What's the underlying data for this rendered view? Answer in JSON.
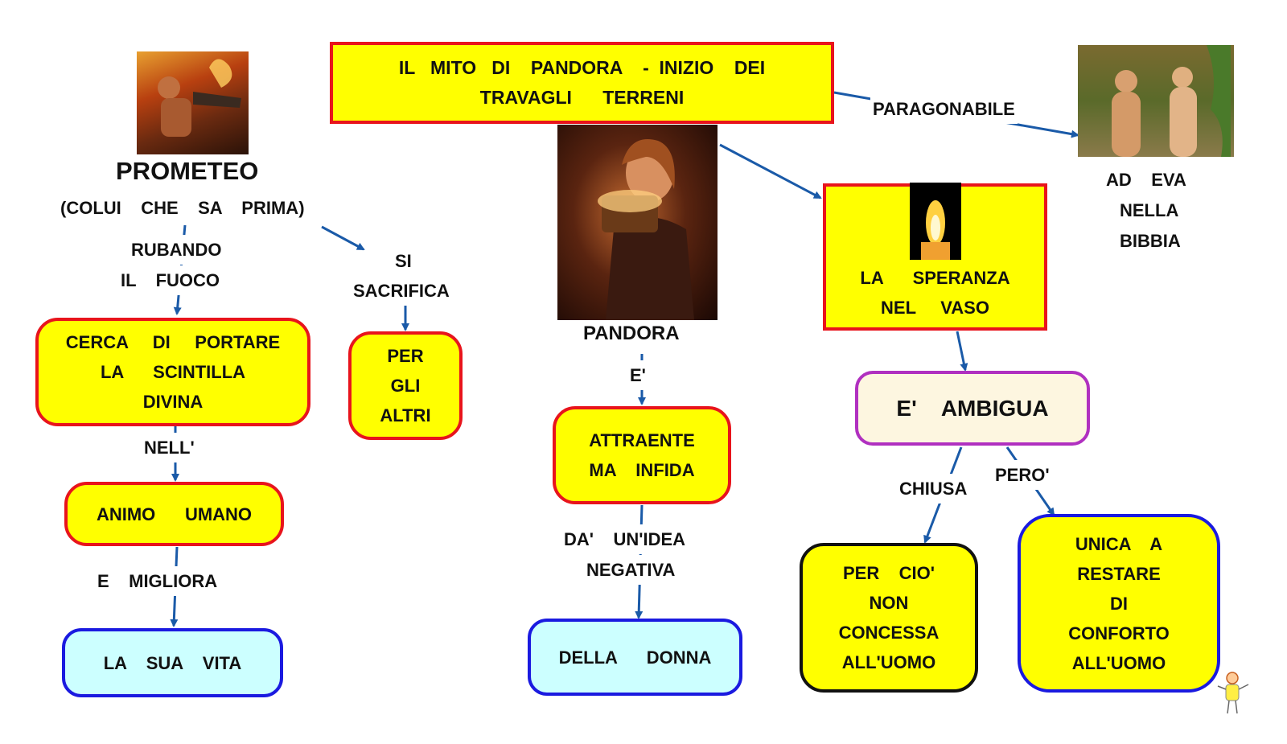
{
  "title": {
    "line1": "IL   MITO   DI    PANDORA    -  INIZIO    DEI",
    "line2": "TRAVAGLI      TERRENI"
  },
  "prometeo": {
    "name": "PROMETEO",
    "subtitle": "(COLUI    CHE    SA    PRIMA)"
  },
  "links": {
    "rubando1": "RUBANDO",
    "rubando2": "IL    FUOCO",
    "si": "SI",
    "sacrifica": "SACRIFICA",
    "nell": "NELL'",
    "migliora": "E    MIGLIORA",
    "e_accent": "E'",
    "da1": "DA'    UN'IDEA",
    "da2": "NEGATIVA",
    "paragonabile": "PARAGONABILE",
    "chiusa": "CHIUSA",
    "pero": "PERO'"
  },
  "boxes": {
    "cerca": [
      "CERCA     DI     PORTARE",
      "LA      SCINTILLA",
      "DIVINA"
    ],
    "per_altri": [
      "PER",
      "GLI",
      "ALTRI"
    ],
    "animo": [
      "ANIMO      UMANO"
    ],
    "sua_vita": [
      "LA    SUA    VITA"
    ],
    "attraente": [
      "ATTRAENTE",
      "MA    INFIDA"
    ],
    "donna": [
      "DELLA      DONNA"
    ],
    "speranza": [
      "LA      SPERANZA",
      "NEL     VASO"
    ],
    "ambigua": [
      "E'    AMBIGUA"
    ],
    "concessa": [
      "PER    CIO'",
      "NON",
      "CONCESSA",
      "ALL'UOMO"
    ],
    "unica": [
      "UNICA    A",
      "RESTARE",
      "DI",
      "CONFORTO",
      "ALL'UOMO"
    ]
  },
  "pandora_label": "PANDORA",
  "eva": [
    "AD    EVA",
    "NELLA",
    "BIBBIA"
  ],
  "colors": {
    "yellow": "#ffff00",
    "red_border": "#e8141c",
    "cyan": "#ccffff",
    "blue_border": "#1a1ae0",
    "purple_border": "#b030c0",
    "cream": "#fdf6e0",
    "arrow": "#1a5aa8"
  }
}
